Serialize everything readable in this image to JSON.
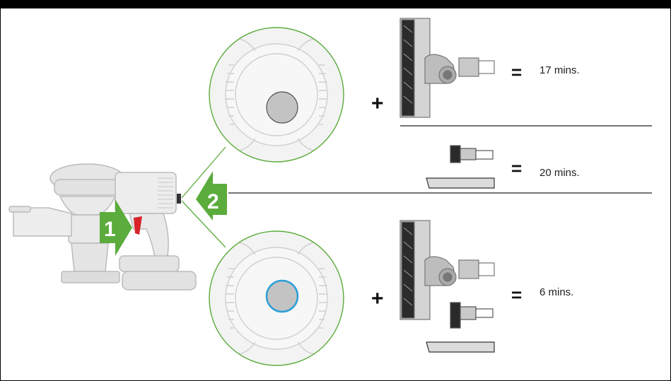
{
  "steps": {
    "one": "1",
    "two": "2"
  },
  "modes": [
    {
      "operator": "+",
      "equals": "=",
      "runtime": "17 mins."
    },
    {
      "equals": "=",
      "runtime": "20 mins."
    },
    {
      "operator": "+",
      "equals": "=",
      "runtime": "6 mins."
    }
  ],
  "colors": {
    "step_arrow": "#5bac3c",
    "power_button_ring": "#2b9fd6",
    "trigger": "#d8232a",
    "zoom_circle": "#5bac3c"
  }
}
